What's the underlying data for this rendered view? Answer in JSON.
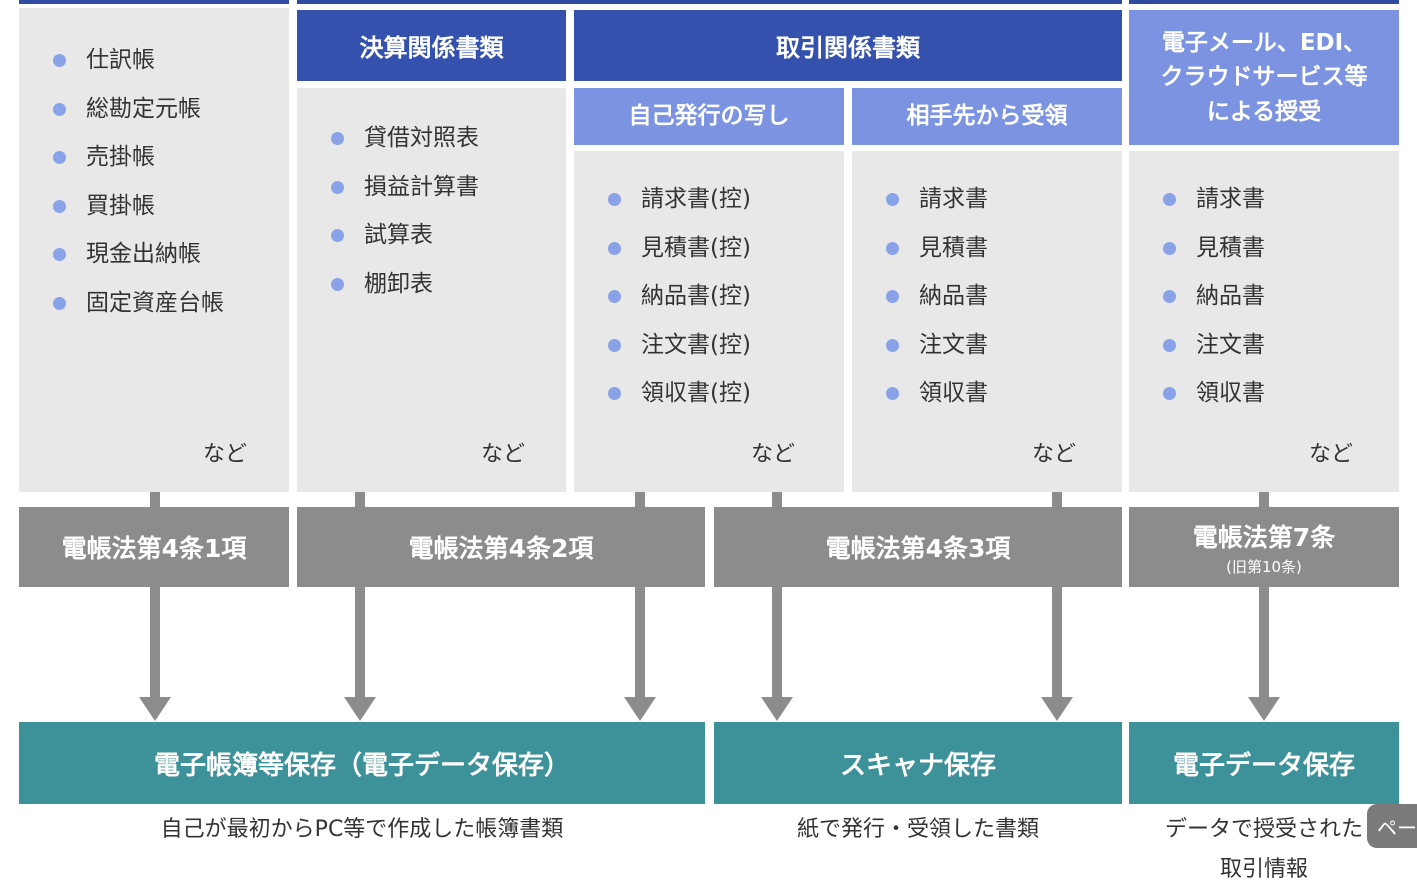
{
  "columns": [
    {
      "items": [
        "仕訳帳",
        "総勘定元帳",
        "売掛帳",
        "買掛帳",
        "現金出納帳",
        "固定資産台帳"
      ],
      "etc": "など"
    },
    {
      "header": "決算関係書類",
      "items": [
        "貸借対照表",
        "損益計算書",
        "試算表",
        "棚卸表"
      ],
      "etc": "など"
    },
    {
      "subheader": "自己発行の写し",
      "items": [
        "請求書(控)",
        "見積書(控)",
        "納品書(控)",
        "注文書(控)",
        "領収書(控)"
      ],
      "etc": "など"
    },
    {
      "subheader": "相手先から受領",
      "items": [
        "請求書",
        "見積書",
        "納品書",
        "注文書",
        "領収書"
      ],
      "etc": "など"
    },
    {
      "header": "電子メール、EDI、\nクラウドサービス等\nによる授受",
      "items": [
        "請求書",
        "見積書",
        "納品書",
        "注文書",
        "領収書"
      ],
      "etc": "など"
    }
  ],
  "group_header": "取引関係書類",
  "laws": [
    {
      "label": "電帳法第4条1項"
    },
    {
      "label": "電帳法第4条2項"
    },
    {
      "label": "電帳法第4条3項"
    },
    {
      "label": "電帳法第7条",
      "sub": "(旧第10条)"
    }
  ],
  "storage": [
    {
      "label": "電子帳簿等保存（電子データ保存）",
      "caption": "自己が最初からPC等で作成した帳簿書類"
    },
    {
      "label": "スキャナ保存",
      "caption": "紙で発行・受領した書類"
    },
    {
      "label": "電子データ保存",
      "caption": "データで授受された\n取引情報"
    }
  ],
  "page_button": "ペー",
  "colors": {
    "header_dark": "#3451ad",
    "header_light": "#7b93e0",
    "panel": "#e8e8e8",
    "law": "#8c8c8c",
    "storage": "#3d9199",
    "bullet": "#8aa2e8"
  }
}
